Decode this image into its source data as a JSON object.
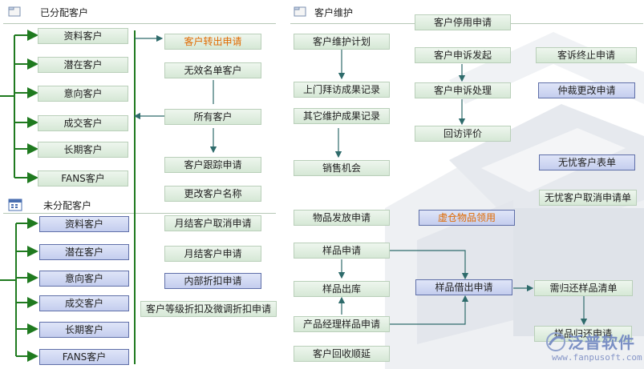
{
  "headers": {
    "assigned": "已分配客户",
    "unassigned": "未分配客户",
    "maintenance": "客户维护"
  },
  "assigned_items": [
    "资料客户",
    "潜在客户",
    "意向客户",
    "成交客户",
    "长期客户",
    "FANS客户"
  ],
  "unassigned_items": [
    "资料客户",
    "潜在客户",
    "意向客户",
    "成交客户",
    "长期客户",
    "FANS客户"
  ],
  "middle_column": {
    "transfer": "客户转出申请",
    "invalid_list": "无效名单客户",
    "all_customers": "所有客户",
    "follow_up": "客户跟踪申请",
    "rename": "更改客户名称",
    "monthly_cancel": "月结客户取消申请",
    "monthly_apply": "月结客户申请",
    "internal_discount": "内部折扣申请",
    "grade_discount": "客户等级折扣及微调折扣申请"
  },
  "maintenance": {
    "plan": "客户维护计划",
    "visit_results": "上门拜访成果记录",
    "other_results": "其它维护成果记录",
    "sales_opportunity": "销售机会",
    "gift_apply": "物品发放申请",
    "sample_apply": "样品申请",
    "sample_out": "样品出库",
    "pm_sample_apply": "产品经理样品申请",
    "revisit": "客户回收顺延"
  },
  "complaints": {
    "deactivate": "客户停用申请",
    "initiate": "客户申诉发起",
    "process": "客户申诉处理",
    "callback": "回访评价",
    "terminate": "客诉终止申请",
    "arbitration": "仲裁更改申请"
  },
  "right_column": {
    "worry_free_form": "无忧客户表单",
    "worry_free_cancel": "无忧客户取消申请单",
    "virtual_goods": "虚仓物品领用",
    "sample_borrow": "样品借出申请",
    "sample_return_list": "需归还样品清单",
    "sample_return": "样品归还申请"
  },
  "watermark": {
    "brand": "泛普软件",
    "url": "www.fanpusoft.com"
  },
  "colors": {
    "green_box": "#d6e8d6",
    "blue_box": "#c4cdee",
    "green_line": "#1f7a1f",
    "orange_text": "#e06a00"
  }
}
